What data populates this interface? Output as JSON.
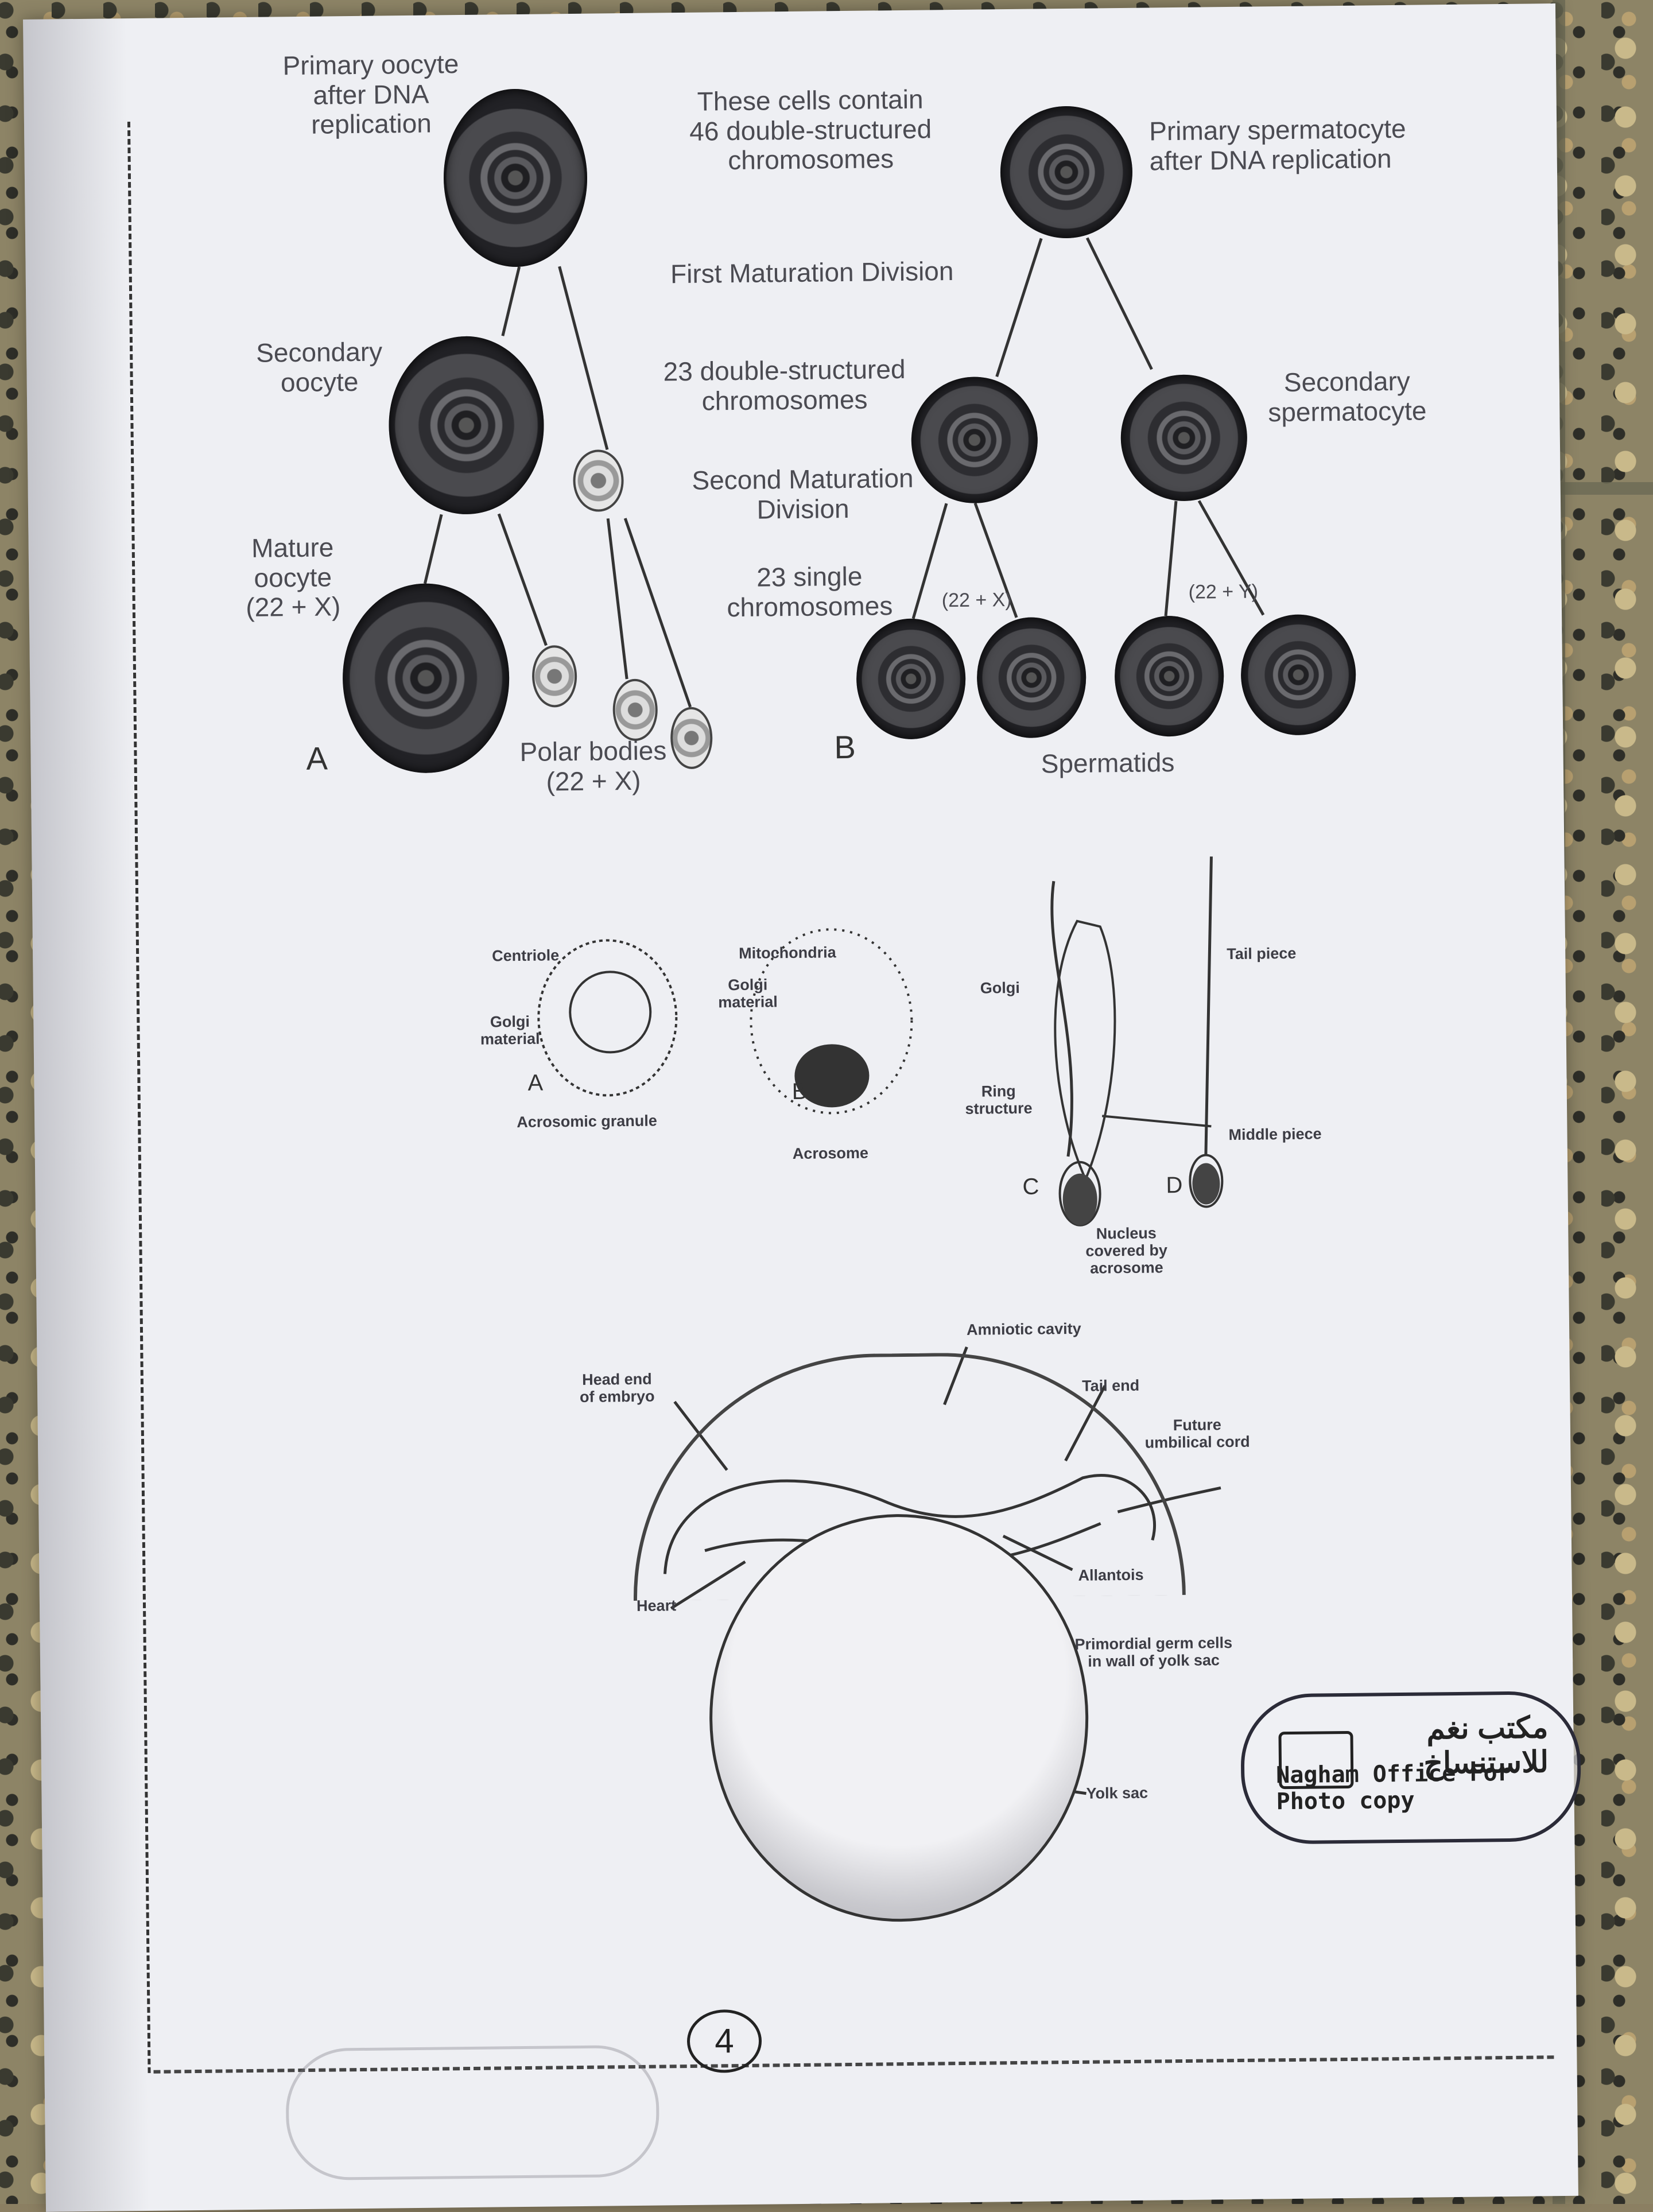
{
  "top_left": {
    "primary_oocyte": "Primary oocyte\nafter DNA\nreplication",
    "secondary_oocyte": "Secondary\noocyte",
    "mature_oocyte": "Mature\noocyte\n(22 + X)",
    "polar_bodies": "Polar bodies\n(22 + X)",
    "panel_letter": "A"
  },
  "center": {
    "cells_contain": "These cells contain\n46 double-structured\nchromosomes",
    "first_division": "First Maturation Division",
    "double_23": "23 double-structured\nchromosomes",
    "second_division": "Second Maturation\nDivision",
    "single_23": "23 single\nchromosomes"
  },
  "top_right": {
    "primary_spermatocyte": "Primary spermatocyte\nafter DNA replication",
    "secondary_spermatocyte": "Secondary\nspermatocyte",
    "x_label": "(22 + X)",
    "y_label": "(22 + Y)",
    "spermatids": "Spermatids",
    "panel_letter": "B"
  },
  "spermiogenesis": {
    "centriole": "Centriole",
    "golgi_material_a": "Golgi\nmaterial",
    "acrosomic_granule": "Acrosomic granule",
    "mitochondria": "Mitochondria",
    "golgi_material_b": "Golgi\nmaterial",
    "acrosome": "Acrosome",
    "golgi": "Golgi",
    "ring_structure": "Ring\nstructure",
    "nucleus": "Nucleus\ncovered by\nacrosome",
    "tail_piece": "Tail piece",
    "middle_piece": "Middle piece",
    "letter_a": "A",
    "letter_b": "B",
    "letter_c": "C",
    "letter_d": "D"
  },
  "embryo": {
    "amniotic_cavity": "Amniotic cavity",
    "head_end": "Head end\nof embryo",
    "tail_end": "Tail end",
    "umbilical_cord": "Future\numbilical cord",
    "heart": "Heart",
    "allantois": "Allantois",
    "germ_cells": "Primordial germ cells\nin wall of yolk sac",
    "yolk_sac": "Yolk sac"
  },
  "stamp": {
    "arabic": "مكتب نغم\nللاستنساخ",
    "english": "Nagham Office For Photo copy"
  },
  "page_number": "4"
}
